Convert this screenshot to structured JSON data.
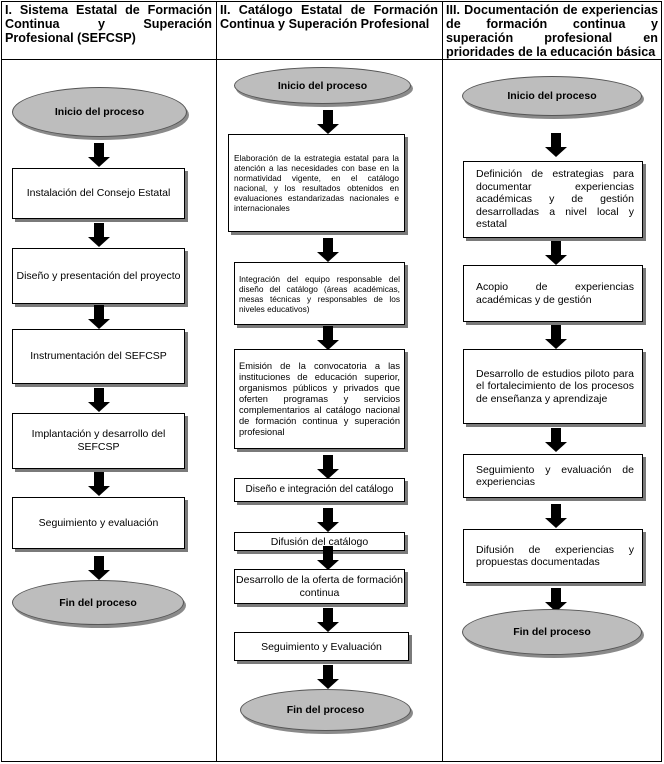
{
  "columns": [
    {
      "header": "I. Sistema Estatal de Formación Continua y Superación Profesional (SEFCSP)",
      "start": "Inicio del proceso",
      "steps": [
        "Instalación del Consejo Estatal",
        "Diseño y presentación del proyecto",
        "Instrumentación del  SEFCSP",
        "Implantación y desarrollo del SEFCSP",
        "Seguimiento y evaluación"
      ],
      "end": "Fin del proceso"
    },
    {
      "header": "II. Catálogo Estatal de Formación Continua y Superación Profesional",
      "start": "Inicio del proceso",
      "steps": [
        "Elaboración de la estrategia estatal para la atención a las necesidades con base en la normatividad vigente, en el catálogo nacional, y los resultados obtenidos en evaluaciones estandarizadas nacionales e internacionales",
        "Integración del equipo responsable del diseño del catálogo (áreas académicas, mesas técnicas y responsables de los niveles educativos)",
        "Emisión de la convocatoria a las instituciones de educación superior, organismos públicos y privados que oferten programas y servicios complementarios al catálogo nacional de formación continua y superación profesional",
        "Diseño e integración del catálogo",
        "Difusión del catálogo",
        "Desarrollo de la oferta de formación continua",
        "Seguimiento y Evaluación"
      ],
      "end": "Fin del proceso"
    },
    {
      "header": "III. Documentación de experiencias de formación continua y superación profesional en prioridades de la educación básica",
      "start": "Inicio del proceso",
      "steps": [
        "Definición de estrategias para documentar experiencias académicas y de gestión desarrolladas a nivel local y estatal",
        "Acopio de experiencias académicas y de gestión",
        "Desarrollo de estudios piloto para el fortalecimiento de los procesos de enseñanza y aprendizaje",
        "Seguimiento y evaluación de experiencias",
        "Difusión de experiencias y propuestas documentadas"
      ],
      "end": "Fin del proceso"
    }
  ]
}
